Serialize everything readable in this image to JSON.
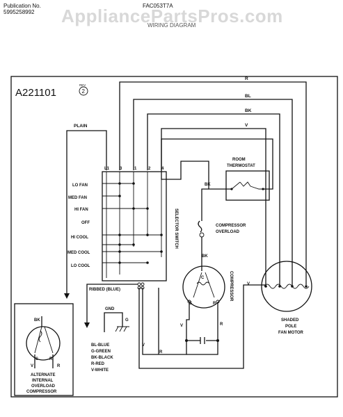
{
  "header": {
    "publication_label": "Publication No.",
    "publication_number": "5995258992",
    "model": "FAC053T7A",
    "subtitle": "WIRING DIAGRAM",
    "watermark": "AppliancePartsPros.com"
  },
  "diagram": {
    "code": "A221101",
    "rev_small": "REV",
    "rev_number": "2",
    "wire_labels": {
      "r": "R",
      "bl": "BL",
      "bk": "BK",
      "v": "V",
      "plain": "PLAIN",
      "ribbed": "RIBBED (BLUE)"
    },
    "terminals": [
      "L1",
      "3",
      "1",
      "2",
      "4"
    ],
    "switch_positions": [
      "LO FAN",
      "MED FAN",
      "HI FAN",
      "OFF",
      "HI COOL",
      "MED COOL",
      "LO COOL"
    ],
    "selector_switch": "SELECTOR SWITCH",
    "thermostat": [
      "ROOM",
      "THERMOSTAT"
    ],
    "overload": [
      "COMPRESSOR",
      "OVERLOAD"
    ],
    "compressor": "COMPRESSOR",
    "compressor_terminals": {
      "c": "C",
      "s": "S",
      "r": "R"
    },
    "motor": [
      "SHADED",
      "POLE",
      "FAN MOTOR"
    ],
    "ground": {
      "gnd": "GND",
      "g": "G"
    },
    "legend": [
      "BL-BLUE",
      "G-GREEN",
      "BK-BLACK",
      "R-RED",
      "V-WHITE"
    ],
    "alternate": [
      "ALTERNATE",
      "INTERNAL",
      "OVERLOAD",
      "COMPRESSOR"
    ],
    "wire_bk_thermo": "BK",
    "wire_bk_comp": "BK",
    "wire_v_motor": "V",
    "wire_v_cap": "V",
    "wire_r_cap": "R",
    "wire_v_bottom": "V",
    "wire_r_bottom": "R",
    "alt_bk": "BK",
    "alt_v": "V",
    "alt_r": "R"
  }
}
